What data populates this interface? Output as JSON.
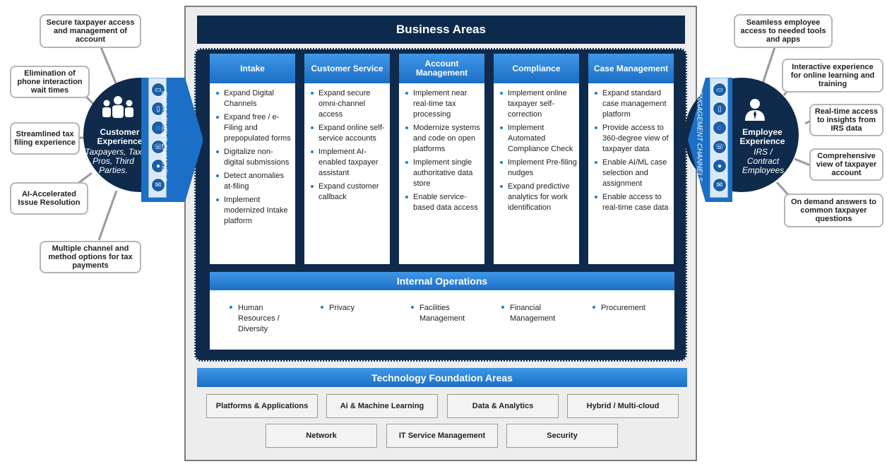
{
  "business_areas": {
    "title": "Business Areas",
    "columns": [
      {
        "header": "Intake",
        "items": [
          "Expand Digital Channels",
          "Expand free / e-Filing and prepopulated forms",
          "Digitalize non-digital submissions",
          "Detect anomalies at-filing",
          "Implement modernized Intake platform"
        ]
      },
      {
        "header": "Customer Service",
        "items": [
          "Expand secure omni-channel access",
          "Expand online self-service accounts",
          "Implement AI-enabled taxpayer assistant",
          "Expand customer callback"
        ]
      },
      {
        "header": "Account Management",
        "items": [
          "Implement near real-time tax processing",
          "Modernize systems and code on open platforms",
          "Implement single authoritative data store",
          "Enable service-based data access"
        ]
      },
      {
        "header": "Compliance",
        "items": [
          "Implement online taxpayer self-correction",
          "Implement Automated Compliance Check",
          "Implement Pre-filing nudges",
          "Expand predictive analytics for work identification"
        ]
      },
      {
        "header": "Case Management",
        "items": [
          "Expand standard case management platform",
          "Provide access to 360-degree view of taxpayer data",
          "Enable AI/ML case selection and assignment",
          "Enable access to real-time case data"
        ]
      }
    ]
  },
  "internal_operations": {
    "title": "Internal Operations",
    "items": [
      "Human Resources / Diversity",
      "Privacy",
      "Facilities Management",
      "Financial Management",
      "Procurement"
    ]
  },
  "technology_foundation": {
    "title": "Technology Foundation Areas",
    "row1": [
      "Platforms & Applications",
      "Ai & Machine Learning",
      "Data & Analytics",
      "Hybrid / Multi-cloud"
    ],
    "row2": [
      "Network",
      "IT Service Management",
      "Security"
    ]
  },
  "customer_experience": {
    "title": "Customer Experience",
    "subtitle": "Taxpayers, Tax Pros, Third Parties.",
    "channel_label": "ENGAGEMENT CHANNELS",
    "callouts": [
      "Secure taxpayer access and management of account",
      "Elimination of phone interaction wait times",
      "Streamlined tax filing experience",
      "AI-Accelerated Issue Resolution",
      "Multiple channel and method options for tax payments"
    ]
  },
  "employee_experience": {
    "title": "Employee Experience",
    "subtitle": "IRS / Contract Employees",
    "channel_label": "ENGAGEMENT CHANNELS",
    "callouts": [
      "Seamless employee access to needed tools and apps",
      "Interactive experience for online learning and training",
      "Real-time access to insights from IRS data",
      "Comprehensive view of taxpayer account",
      "On demand answers to common taxpayer questions"
    ]
  },
  "channel_icons": [
    "computer-icon",
    "phone-icon",
    "chat-icon",
    "support-icon",
    "group-icon",
    "mail-icon"
  ],
  "colors": {
    "navy": "#0f2a4b",
    "blue": "#1b6fc6",
    "grey_frame": "#ededed"
  }
}
